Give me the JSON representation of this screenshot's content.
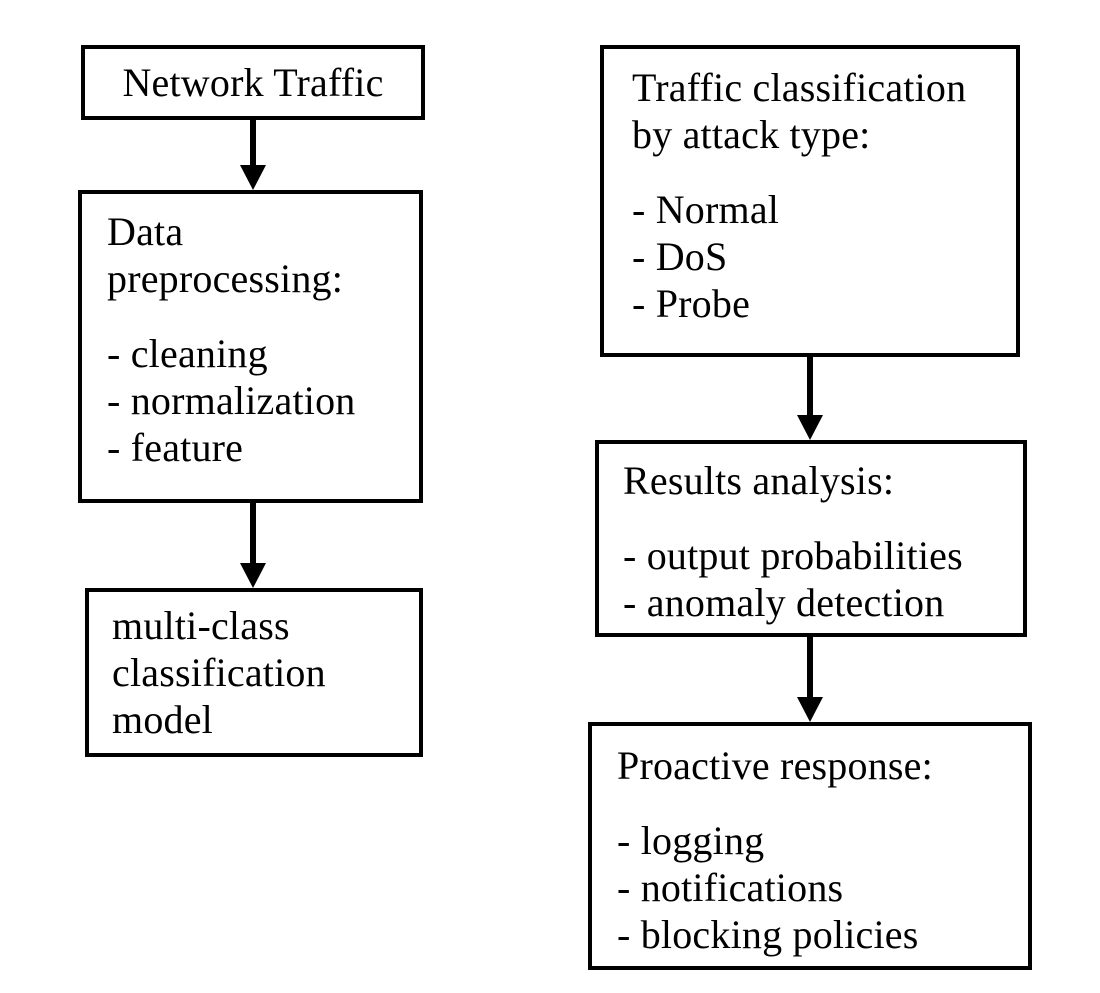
{
  "diagram": {
    "colors": {
      "background": "#ffffff",
      "border": "#000000",
      "text": "#000000",
      "arrow": "#000000"
    },
    "nodes": {
      "network_traffic": {
        "title": "Network Traffic"
      },
      "data_preprocessing": {
        "title_lines": [
          "Data",
          "preprocessing:"
        ],
        "items": [
          "- cleaning",
          "- normalization",
          "- feature"
        ]
      },
      "multiclass_model": {
        "title_lines": [
          "multi-class",
          "classification",
          "model"
        ]
      },
      "traffic_classification": {
        "title_lines": [
          "Traffic classification",
          "by attack type:"
        ],
        "items": [
          "- Normal",
          "- DoS",
          "- Probe"
        ]
      },
      "results_analysis": {
        "title_lines": [
          "Results analysis:"
        ],
        "items": [
          "- output probabilities",
          "- anomaly detection"
        ]
      },
      "proactive_response": {
        "title_lines": [
          "Proactive response:"
        ],
        "items": [
          "- logging",
          "- notifications",
          "- blocking policies"
        ]
      }
    }
  }
}
